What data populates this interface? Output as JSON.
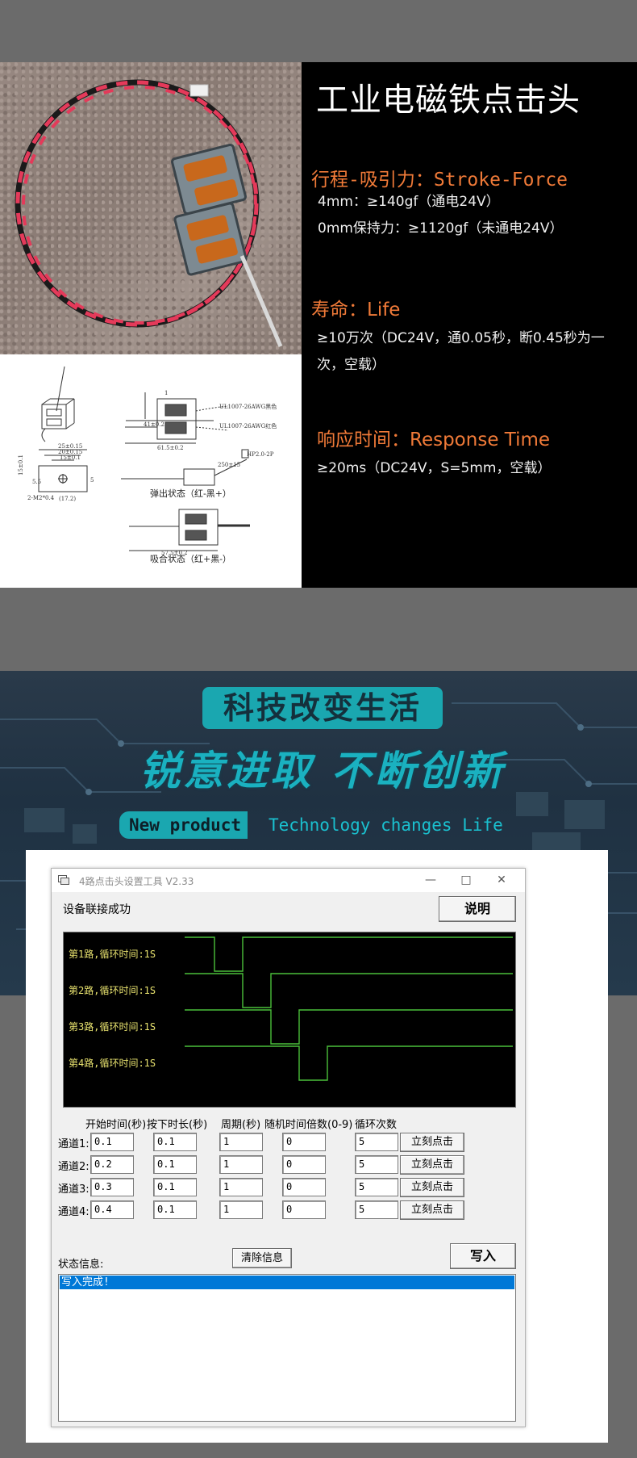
{
  "product": {
    "title": "工业电磁铁点击头",
    "stroke_heading": "行程-吸引力：Stroke-Force",
    "stroke_line1": "4mm：≥140gf（通电24V）",
    "stroke_line2": "0mm保持力：≥1120gf（未通电24V）",
    "life_heading": "寿命：Life",
    "life_text": "≥10万次（DC24V，通0.05秒，断0.45秒为一次，空载）",
    "response_heading": "响应时间：Response Time",
    "response_text": "≥20ms（DC24V，S=5mm，空载）"
  },
  "drawing": {
    "dim_1": "1",
    "dim_41": "41±0.2",
    "dim_615": "61.5±0.2",
    "dim_25": "25±0.15",
    "dim_20": "20±0.15",
    "dim_15": "15±0.1",
    "dim_250": "250±15",
    "dim_172": "(17.2)",
    "dim_m2": "2-M2*0.4",
    "dim_5": "5",
    "dim_55": "5.5",
    "dim_15v": "15±0.1",
    "dim_573": "57.5±0.2",
    "wire_black": "UL1007-26AWG黑色",
    "wire_red": "UL1007-26AWG红色",
    "connector": "HP2.0-2P",
    "state_out": "弹出状态（红-黑+）",
    "state_in": "吸合状态（红+黑-）"
  },
  "banner": {
    "slogan1": "科技改变生活",
    "slogan2": "锐意进取  不断创新",
    "new_product": "New product",
    "tech_text": "Technology changes Life"
  },
  "app": {
    "title": "4路点击头设置工具 V2.33",
    "status_connect": "设备联接成功",
    "help_button": "说明",
    "channels_scope": [
      "第1路,循环时间:1S",
      "第2路,循环时间:1S",
      "第3路,循环时间:1S",
      "第4路,循环时间:1S"
    ],
    "columns": [
      "开始时间(秒)",
      "按下时长(秒)",
      "周期(秒)",
      "随机时间倍数(0-9)",
      "循环次数"
    ],
    "rows": [
      {
        "label": "通道1:",
        "start": "0.1",
        "press": "0.1",
        "period": "1",
        "random": "0",
        "loops": "5",
        "button": "立刻点击"
      },
      {
        "label": "通道2:",
        "start": "0.2",
        "press": "0.1",
        "period": "1",
        "random": "0",
        "loops": "5",
        "button": "立刻点击"
      },
      {
        "label": "通道3:",
        "start": "0.3",
        "press": "0.1",
        "period": "1",
        "random": "0",
        "loops": "5",
        "button": "立刻点击"
      },
      {
        "label": "通道4:",
        "start": "0.4",
        "press": "0.1",
        "period": "1",
        "random": "0",
        "loops": "5",
        "button": "立刻点击"
      }
    ],
    "status_label": "状态信息:",
    "clear_button": "清除信息",
    "write_button": "写入",
    "log_line": "写入完成!"
  },
  "colors": {
    "accent_orange": "#f07a38",
    "scope_trace": "#4bbf3a",
    "selection_blue": "#0078d7",
    "banner_teal": "#1aa7b0"
  }
}
